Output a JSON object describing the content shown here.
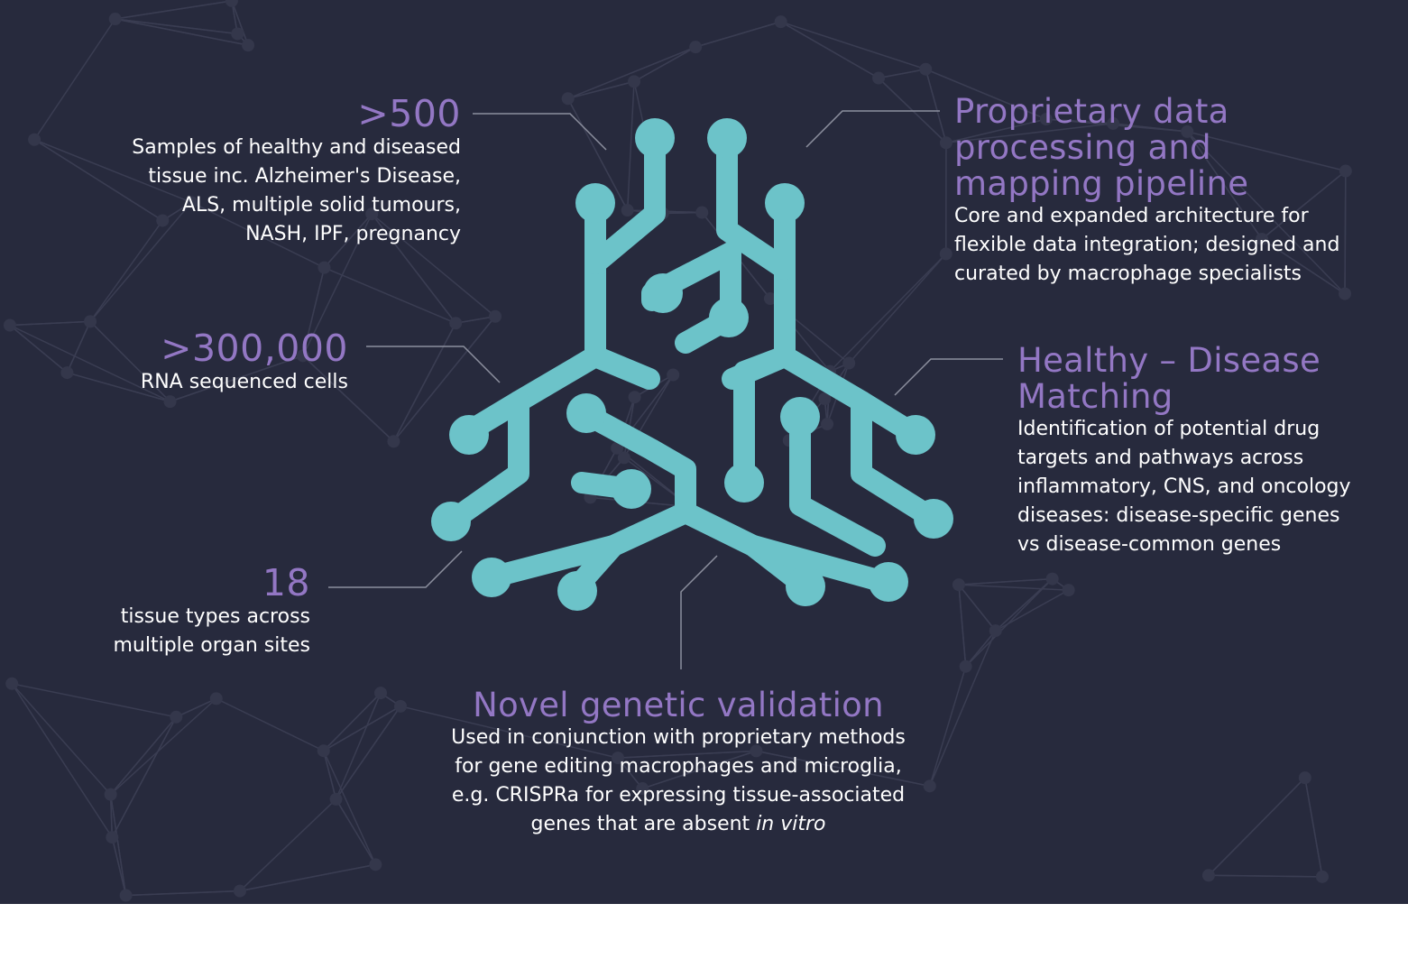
{
  "colors": {
    "background": "#272a3d",
    "accent_purple": "#9377c4",
    "tree_teal": "#6cc3c9",
    "text": "#ffffff",
    "connector": "#8c8f9e"
  },
  "stats": [
    {
      "value": ">500",
      "lines": [
        "Samples of healthy and diseased",
        "tissue inc. Alzheimer's Disease,",
        "ALS, multiple solid tumours,",
        "NASH, IPF, pregnancy"
      ]
    },
    {
      "value": ">300,000",
      "lines": [
        "RNA sequenced cells"
      ]
    },
    {
      "value": "18",
      "lines": [
        "tissue types across",
        "multiple organ sites"
      ]
    }
  ],
  "features": [
    {
      "title_lines": [
        "Proprietary data",
        "processing and",
        "mapping pipeline"
      ],
      "lines": [
        "Core and expanded architecture for",
        "flexible data integration; designed and",
        "curated by macrophage specialists"
      ]
    },
    {
      "title_lines": [
        "Healthy – Disease",
        "Matching"
      ],
      "lines": [
        "Identification of potential drug",
        "targets and pathways across",
        "inflammatory, CNS, and oncology",
        "diseases: disease-specific genes",
        "vs disease-common genes"
      ]
    },
    {
      "title_lines": [
        "Novel genetic validation"
      ],
      "lines": [
        "Used in conjunction with proprietary methods",
        "for gene editing macrophages and microglia,",
        "e.g. CRISPRa for expressing tissue-associated"
      ],
      "last_line_prefix": "genes that are absent ",
      "last_line_italic": "in vitro"
    }
  ]
}
